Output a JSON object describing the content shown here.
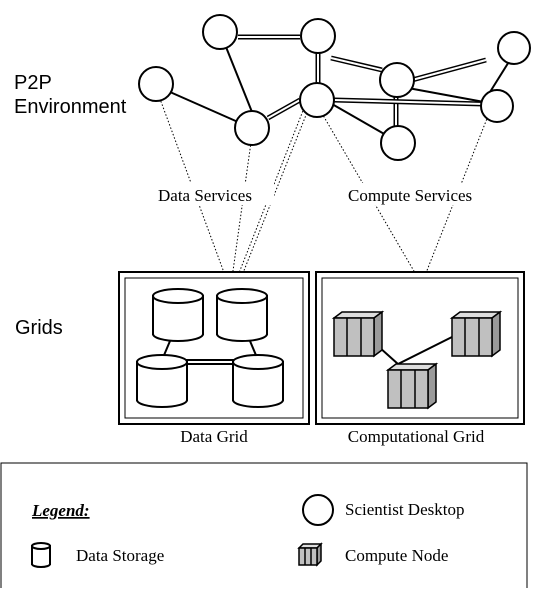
{
  "labels": {
    "p2p_line1": "P2P",
    "p2p_line2": "Environment",
    "grids": "Grids",
    "data_services": "Data Services",
    "compute_services": "Compute Services",
    "data_grid": "Data Grid",
    "computational_grid": "Computational Grid"
  },
  "legend": {
    "title": "Legend:",
    "items": [
      {
        "icon": "circle-icon",
        "label": "Scientist Desktop"
      },
      {
        "icon": "cylinder-icon",
        "label": "Data Storage"
      },
      {
        "icon": "cube-icon",
        "label": "Compute Node"
      }
    ]
  },
  "colors": {
    "line": "#000000",
    "background": "#ffffff",
    "cube_front": "#c0c0c0",
    "cube_side": "#9a9a9a",
    "cube_top": "#dedede"
  }
}
